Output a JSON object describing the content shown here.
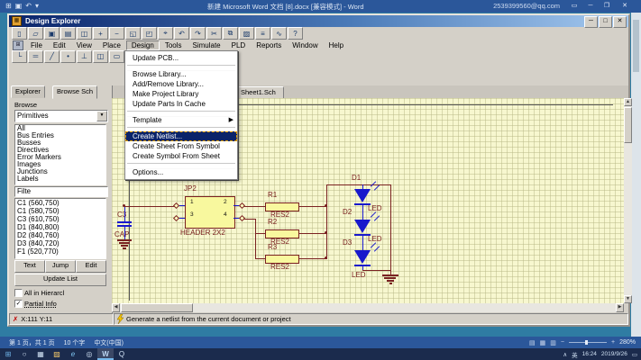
{
  "word": {
    "titlebar": {
      "title": "新建 Microsoft Word 文档 [8].docx [兼容模式] - Word",
      "account": "2539399560@qq.com"
    },
    "statusbar": {
      "page_info": "第 1 页，共 1 页",
      "word_count": "10 个字",
      "language": "中文(中国)",
      "zoom_level": "280%"
    }
  },
  "taskbar": {
    "language_indicator": "英",
    "time": "16:24",
    "date": "2019/9/26"
  },
  "app": {
    "window_title": "Design Explorer",
    "menus": [
      "File",
      "Edit",
      "View",
      "Place",
      "Design",
      "Tools",
      "Simulate",
      "PLD",
      "Reports",
      "Window",
      "Help"
    ],
    "design_menu": [
      "Update PCB...",
      "Browse Library...",
      "Add/Remove Library...",
      "Make Project Library",
      "Update Parts In Cache",
      "Template",
      "Create Netlist...",
      "Create Sheet From Symbol",
      "Create Symbol From Sheet",
      "Options..."
    ],
    "toolbar_main": [
      {
        "name": "new-document-icon",
        "glyph": "▯"
      },
      {
        "name": "open-folder-icon",
        "glyph": "▱"
      },
      {
        "name": "save-icon",
        "glyph": "▣"
      },
      {
        "name": "print-icon",
        "glyph": "▤"
      },
      {
        "name": "print-preview-icon",
        "glyph": "◫"
      },
      {
        "name": "zoom-in-icon",
        "glyph": "+"
      },
      {
        "name": "zoom-out-icon",
        "glyph": "−"
      },
      {
        "name": "zoom-window-icon",
        "glyph": "◱"
      },
      {
        "name": "zoom-all-icon",
        "glyph": "◰"
      },
      {
        "name": "cross-probe-icon",
        "glyph": "⌖"
      },
      {
        "name": "undo-icon",
        "glyph": "↶"
      },
      {
        "name": "redo-icon",
        "glyph": "↷"
      },
      {
        "name": "cut-icon",
        "glyph": "✂"
      },
      {
        "name": "copy-icon",
        "glyph": "⧉"
      },
      {
        "name": "paste-icon",
        "glyph": "▨"
      },
      {
        "name": "browse-library-icon",
        "glyph": "≡"
      },
      {
        "name": "run-simulation-icon",
        "glyph": "∿"
      },
      {
        "name": "help-icon",
        "glyph": "?"
      }
    ],
    "toolbar_wiring": [
      {
        "name": "wire-tool-icon",
        "glyph": "└"
      },
      {
        "name": "bus-tool-icon",
        "glyph": "═"
      },
      {
        "name": "bus-entry-icon",
        "glyph": "╱"
      },
      {
        "name": "junction-icon",
        "glyph": "•"
      },
      {
        "name": "power-port-icon",
        "glyph": "⊥"
      },
      {
        "name": "part-icon",
        "glyph": "◫"
      },
      {
        "name": "sheet-symbol-icon",
        "glyph": "▭"
      },
      {
        "name": "net-label-icon",
        "glyph": "N"
      },
      {
        "name": "port-icon",
        "glyph": "⌂"
      },
      {
        "name": "text-tool-icon",
        "glyph": "T"
      },
      {
        "name": "line-tool-icon",
        "glyph": "╲"
      },
      {
        "name": "arc-tool-icon",
        "glyph": "◠"
      },
      {
        "name": "polygon-tool-icon",
        "glyph": "▷"
      },
      {
        "name": "paste-array-icon",
        "glyph": "▦"
      }
    ],
    "document_tab": "Sheet1.Sch",
    "panel": {
      "tabs": [
        "Explorer",
        "Browse Sch"
      ],
      "browse_label": "Browse",
      "browse_mode": "Primitives",
      "primitive_types": [
        "All",
        "Bus Entries",
        "Busses",
        "Directives",
        "Error Markers",
        "Images",
        "Junctions",
        "Labels"
      ],
      "filter_value": "Filte",
      "objects": [
        "C1 (560,750)",
        "C1 (580,750)",
        "C3 (610,750)",
        "D1 (840,800)",
        "D2 (840,760)",
        "D3 (840,720)",
        "F1 (520,770)"
      ],
      "text_button": "Text",
      "jump_button": "Jump",
      "edit_button": "Edit",
      "update_button": "Update List",
      "checkbox_all_hierarchy": "All in Hierarcl",
      "checkbox_partial_info": "Partial Info"
    },
    "statusbar": {
      "coords": "X:111 Y:11",
      "hint": "Generate a netlist from the current document or project"
    },
    "schematic": {
      "jp2": {
        "designator": "JP2",
        "value": "HEADER 2X2",
        "pin1": "1",
        "pin2": "2",
        "pin3": "3",
        "pin4": "4"
      },
      "c3": {
        "designator": "C3",
        "value": "CAP"
      },
      "r1": {
        "designator": "R1",
        "value": "RES2"
      },
      "r2": {
        "designator": "R2",
        "value": "RES2"
      },
      "r3": {
        "designator": "R3",
        "value": "RES2"
      },
      "d1": {
        "designator": "D1",
        "value": "LED"
      },
      "d2": {
        "designator": "D2",
        "value": "LED"
      },
      "d3": {
        "designator": "D3",
        "value": "LED"
      }
    }
  }
}
